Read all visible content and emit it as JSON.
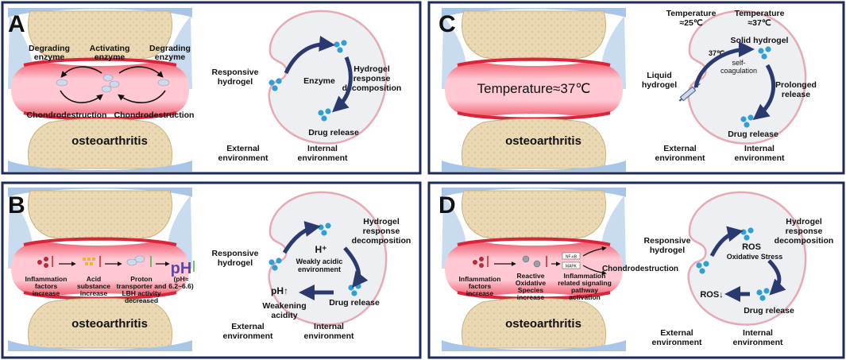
{
  "panels": {
    "A": {
      "letter": "A",
      "joint_label": "osteoarthritis",
      "degrading_left": [
        "Degrading",
        "enzyme"
      ],
      "activating": [
        "Activating",
        "enzyme"
      ],
      "degrading_right": [
        "Degrading",
        "enzyme"
      ],
      "chondro_left": "Chondrodestruction",
      "chondro_right": "Chondrodestruction",
      "responsive": [
        "Responsive",
        "hydrogel"
      ],
      "enzyme": "Enzyme",
      "response": [
        "Hydrogel",
        "response",
        "decomposition"
      ],
      "drug_release": "Drug release",
      "external": [
        "External",
        "environment"
      ],
      "internal": [
        "Internal",
        "environment"
      ]
    },
    "B": {
      "letter": "B",
      "joint_label": "osteoarthritis",
      "step1": [
        "Inflammation",
        "factors",
        "increase"
      ],
      "step2": [
        "Acid",
        "substance",
        "increase"
      ],
      "step3": [
        "Proton",
        "transporter and",
        "LBH activity",
        "decreased"
      ],
      "ph": "pH",
      "ph_range": [
        "(pH≈",
        "6.2~6.6)"
      ],
      "responsive": [
        "Responsive",
        "hydrogel"
      ],
      "h_plus": "H⁺",
      "weakly": [
        "Weakly acidic",
        "environment"
      ],
      "response": [
        "Hydrogel",
        "response",
        "decomposition"
      ],
      "ph_up": "pH↑",
      "weakening": [
        "Weakening",
        "acidity"
      ],
      "drug_release": "Drug release",
      "external": [
        "External",
        "environment"
      ],
      "internal": [
        "Internal",
        "environment"
      ]
    },
    "C": {
      "letter": "C",
      "joint_label": "osteoarthritis",
      "temp_joint": "Temperature≈37℃",
      "temp25": [
        "Temperature",
        "≈25℃"
      ],
      "temp37": [
        "Temperature",
        "≈37℃"
      ],
      "solid": [
        "Solid hydrogel"
      ],
      "c37": "37℃",
      "self_coag": [
        "self-",
        "coagulation"
      ],
      "liquid": [
        "Liquid",
        "hydrogel"
      ],
      "prolonged": [
        "Prolonged",
        "release"
      ],
      "drug_release": "Drug release",
      "external": [
        "External",
        "environment"
      ],
      "internal": [
        "Internal",
        "environment"
      ]
    },
    "D": {
      "letter": "D",
      "joint_label": "osteoarthritis",
      "step1": [
        "Inflammation",
        "factors",
        "increase"
      ],
      "step2": [
        "Reactive",
        "Oxidative",
        "Species",
        "increase"
      ],
      "step3": [
        "Inflammation",
        "related signaling",
        "pathway",
        "activation"
      ],
      "chondro": "Chondrodestruction",
      "nfkb": "NF-κB",
      "mapk": "MAPK",
      "responsive": [
        "Responsive",
        "hydrogel"
      ],
      "ros": "ROS",
      "oxidative": "Oxidative Stress",
      "response": [
        "Hydrogel",
        "response",
        "decomposition"
      ],
      "ros_down": "ROS↓",
      "drug_release": "Drug release",
      "external": [
        "External",
        "environment"
      ],
      "internal": [
        "Internal",
        "environment"
      ]
    }
  },
  "colors": {
    "frame": "#1e2a5a",
    "arrow": "#2b3a6e",
    "bone": "#ead9b4",
    "cartilage": "#e85a6a",
    "fluid": "#ffd3dc",
    "capsule": "#a9c6e6",
    "hydrogel_fill": "#eeeff3",
    "hydrogel_edge": "#e7a9b3",
    "drug": "#2f9fd4",
    "ph_text": "#5a4aa6",
    "up_arrow": "#d9252b",
    "down_arrow": "#4cb54a"
  }
}
